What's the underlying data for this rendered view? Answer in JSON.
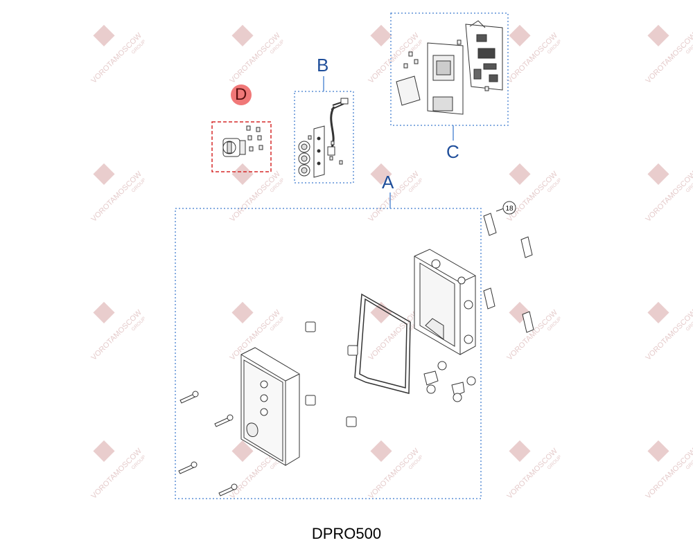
{
  "diagram": {
    "model": "DPRO500",
    "groups": [
      {
        "id": "A",
        "label": "A",
        "border": "dotted",
        "color": "#5b8fd6"
      },
      {
        "id": "B",
        "label": "B",
        "border": "dotted",
        "color": "#5b8fd6"
      },
      {
        "id": "C",
        "label": "C",
        "border": "dotted",
        "color": "#5b8fd6"
      },
      {
        "id": "D",
        "label": "D",
        "border": "dashed",
        "color": "#d62828",
        "highlighted": true,
        "badge_color": "#f07878"
      }
    ],
    "callouts": [
      "18"
    ],
    "watermark": "VOROTAMOSCOW GROUP",
    "label_color": "#1f4e9a"
  }
}
